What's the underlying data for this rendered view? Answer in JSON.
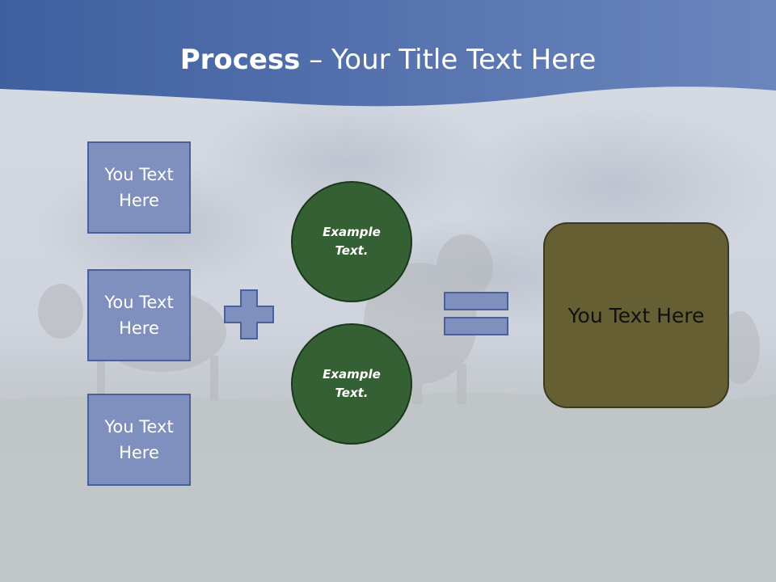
{
  "slide": {
    "title_bold": "Process",
    "title_rest": " – Your Title Text Here"
  },
  "inputs": [
    {
      "label": "You Text Here"
    },
    {
      "label": "You Text Here"
    },
    {
      "label": "You Text Here"
    }
  ],
  "examples": [
    {
      "label": "Example Text."
    },
    {
      "label": "Example Text."
    }
  ],
  "result": {
    "label": "You Text Here"
  },
  "colors": {
    "banner": "#4a68a8",
    "box_fill": "#7f8fbe",
    "circle_fill": "#346034",
    "result_fill": "#655f33"
  },
  "icons": [
    "plus-icon",
    "equals-icon"
  ]
}
